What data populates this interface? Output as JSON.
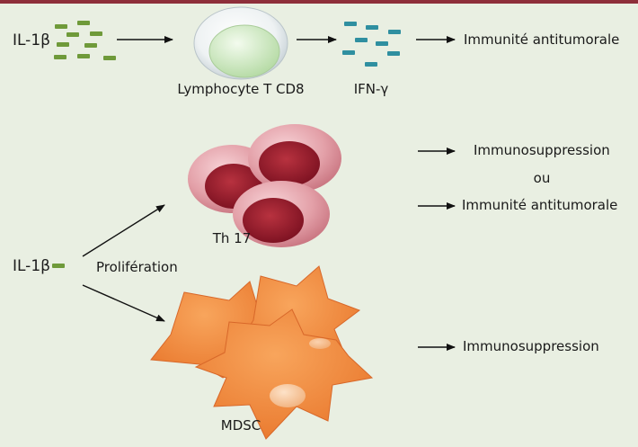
{
  "top_row": {
    "il1b_label": "IL-1β",
    "cd8_label": "Lymphocyte T CD8",
    "ifn_label": "IFN-γ",
    "outcome_label": "Immunité antitumorale"
  },
  "bottom": {
    "il1b_label": "IL-1β",
    "proliferation_label": "Prolifération",
    "th17_label": "Th 17",
    "th17_outcome_1": "Immunosuppression",
    "th17_or": "ou",
    "th17_outcome_2": "Immunité antitumorale",
    "mdsc_label": "MDSC",
    "mdsc_outcome": "Immunosuppression"
  },
  "colors": {
    "background": "#e9efe2",
    "top_bar": "#8e2f3a",
    "cytokine_green": "#6f9a3a",
    "ifn_teal": "#2f8fa0",
    "cd8_cell": "#d9f0cf",
    "th17_cell": "#d9808c",
    "th17_nucleus": "#9a1f2e",
    "mdsc_cell": "#f28c3c"
  }
}
